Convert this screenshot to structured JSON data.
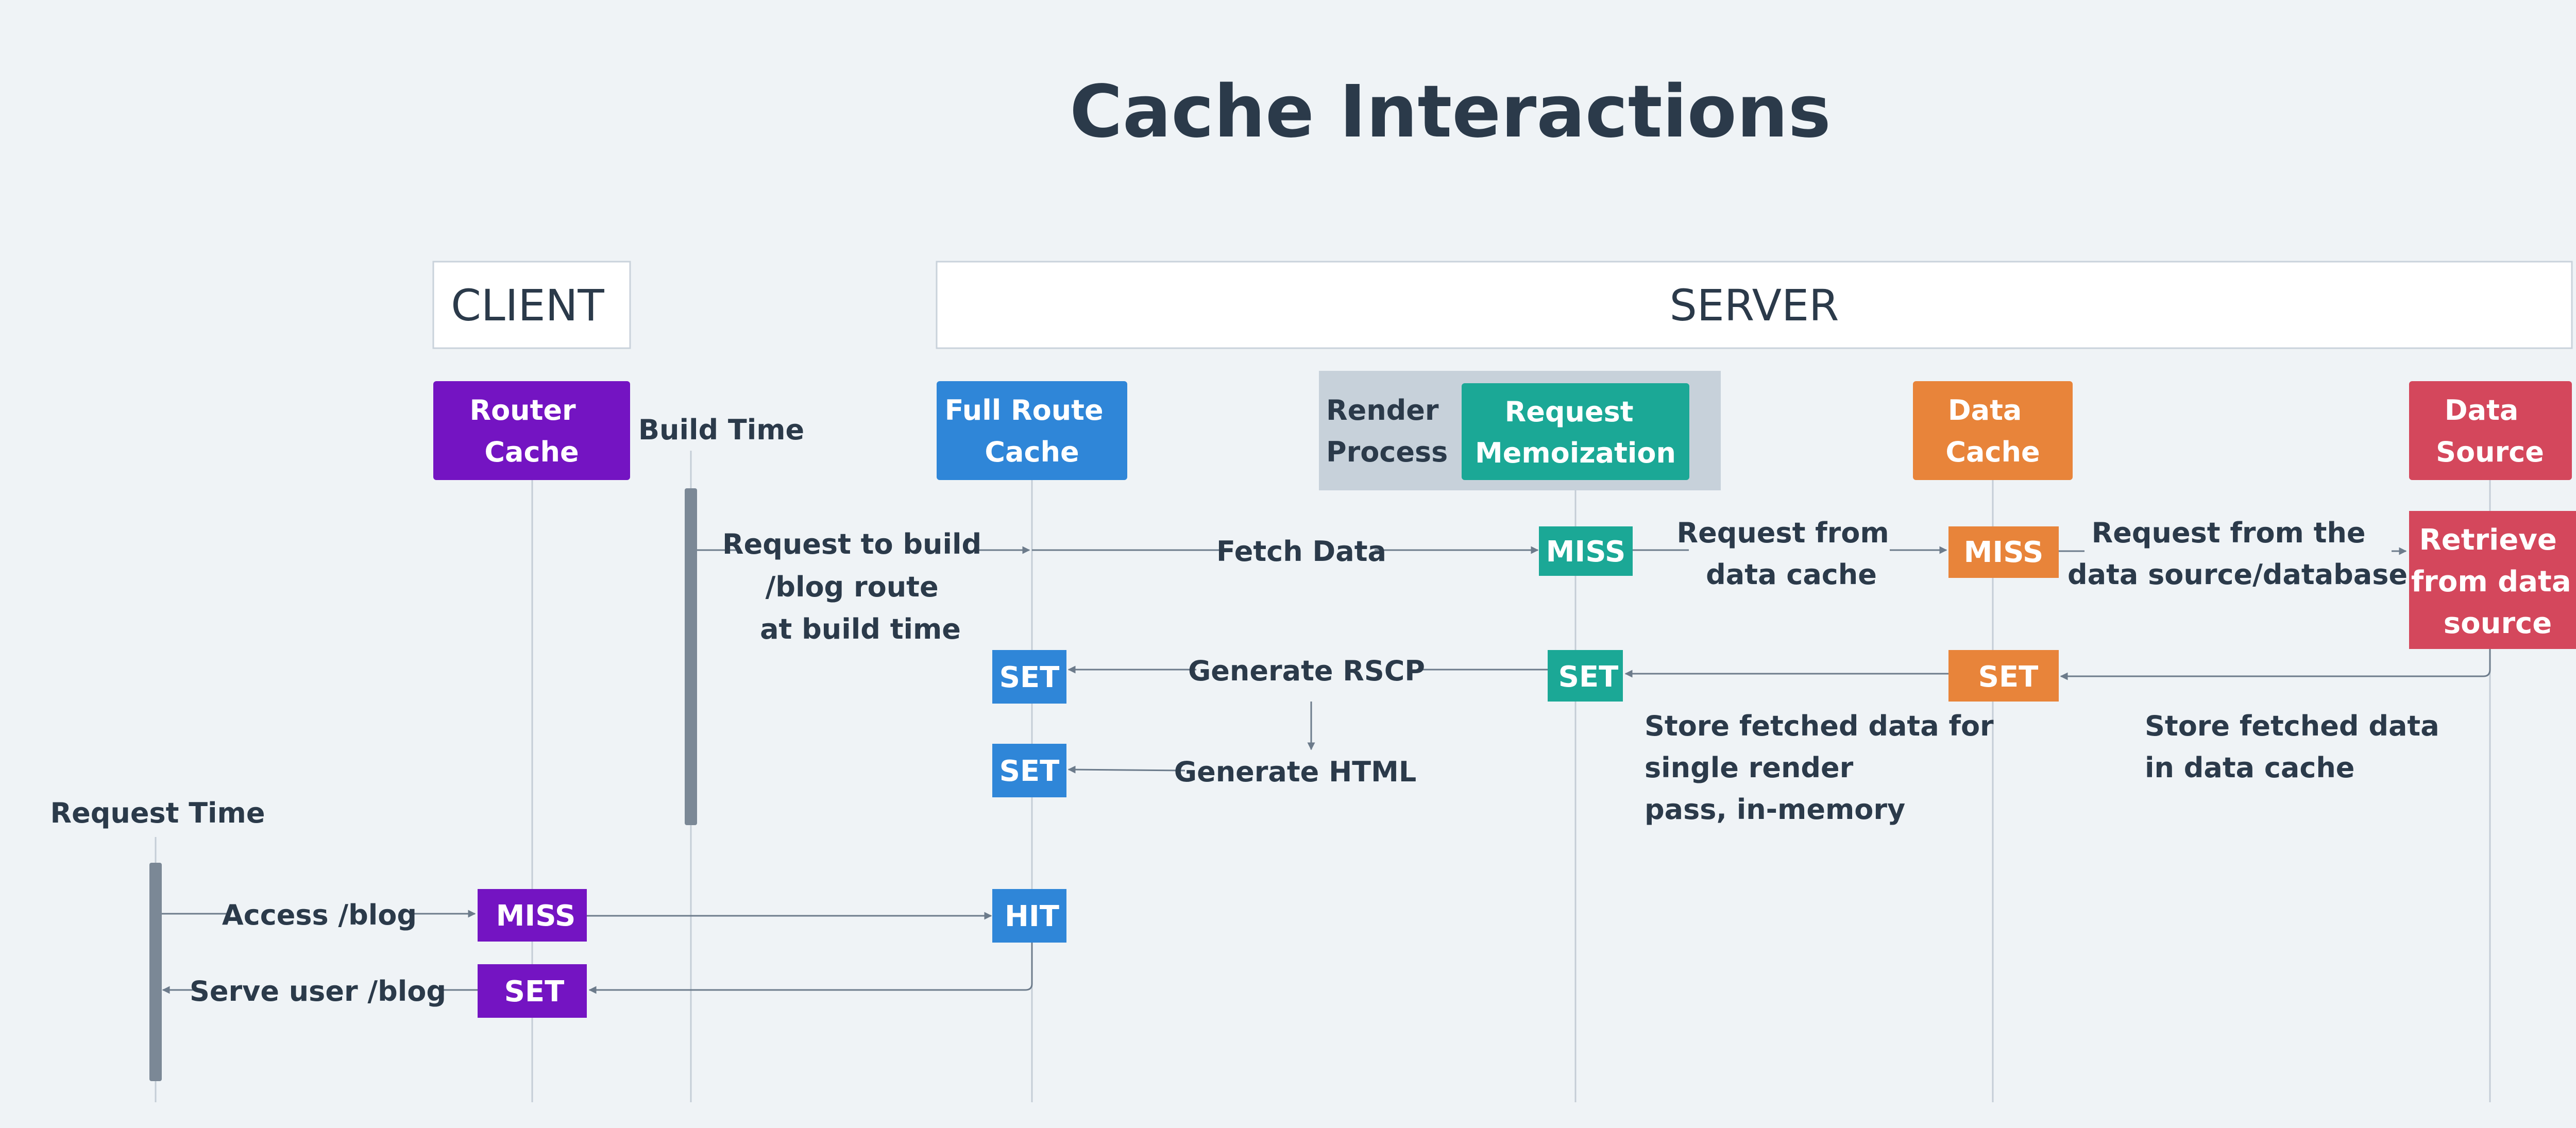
{
  "title": "Cache Interactions",
  "sections": {
    "client": "CLIENT",
    "server": "SERVER"
  },
  "colors": {
    "router": "#7414c2",
    "full_route": "#2f86d8",
    "memo": "#1ba896",
    "data_cache": "#e8843a",
    "data_source": "#d4475c",
    "render_bg": "#c7d1da",
    "activation": "#7b8896"
  },
  "actors": {
    "router_cache": [
      "Router",
      "Cache"
    ],
    "full_route_cache": [
      "Full Route",
      "Cache"
    ],
    "render_process": [
      "Render",
      "Process"
    ],
    "request_memoization": [
      "Request",
      "Memoization"
    ],
    "data_cache": [
      "Data",
      "Cache"
    ],
    "data_source": [
      "Data",
      "Source"
    ]
  },
  "phases": {
    "build": "Build Time",
    "request": "Request Time"
  },
  "messages": {
    "request_build": [
      "Request to build",
      "/blog route",
      "at build time"
    ],
    "fetch_data": "Fetch Data",
    "request_from_cache": [
      "Request from",
      "data cache"
    ],
    "request_from_source": [
      "Request from the",
      "data source/database"
    ],
    "generate_rscp": "Generate RSCP",
    "generate_html": "Generate HTML",
    "store_single": [
      "Store fetched data for",
      "single render",
      "pass, in-memory"
    ],
    "store_cache": [
      "Store fetched data",
      "in data cache"
    ],
    "access_blog": "Access /blog",
    "serve_blog": "Serve user /blog"
  },
  "chips": {
    "memo_miss": "MISS",
    "cache_miss": "MISS",
    "retrieve": [
      "Retrieve",
      "from data",
      "source"
    ],
    "frc_set_rscp": "SET",
    "memo_set": "SET",
    "cache_set": "SET",
    "frc_set_html": "SET",
    "router_miss": "MISS",
    "frc_hit": "HIT",
    "router_set": "SET"
  }
}
